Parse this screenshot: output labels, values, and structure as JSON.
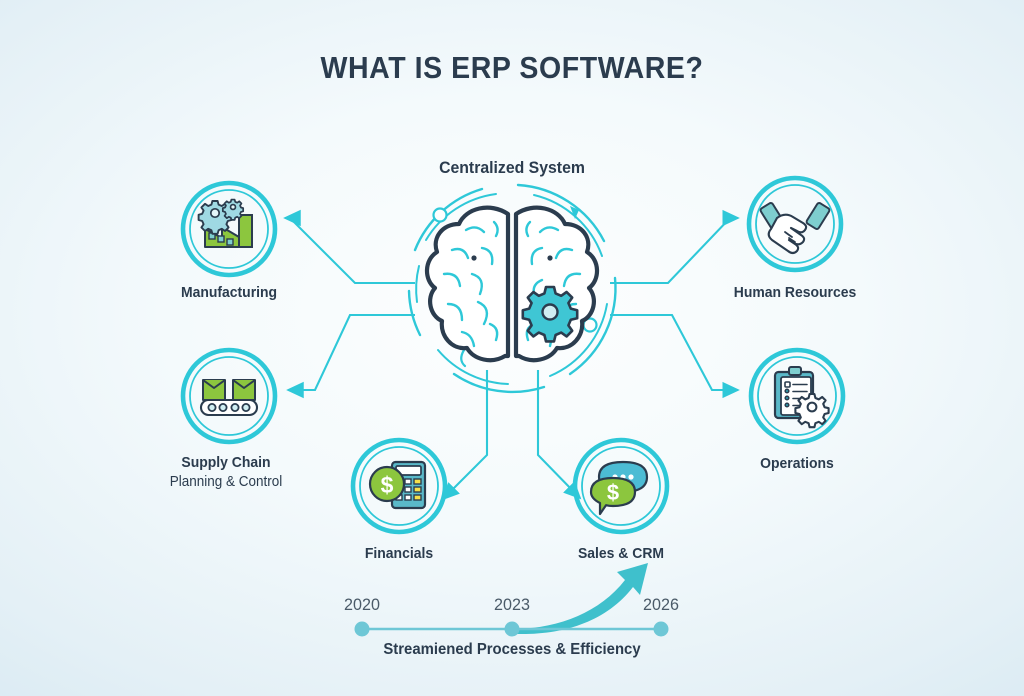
{
  "title": "WHAT IS ERP SOFTWARE?",
  "center": {
    "label": "Centralized System",
    "icon": "brain-gear-icon"
  },
  "colors": {
    "accent_cyan": "#2ec8d8",
    "accent_teal": "#35b7c4",
    "dark_navy": "#2b3c4e",
    "green": "#8cc63e",
    "light_blue": "#7ececf",
    "bg_edge": "#c7e0ec",
    "bg_center": "#fdfefe"
  },
  "nodes": [
    {
      "id": "manufacturing",
      "label": "Manufacturing",
      "sublabel": "",
      "icon": "factory-gears-icon",
      "side": "left"
    },
    {
      "id": "supply-chain",
      "label": "Supply Chain",
      "sublabel": "Planning & Control",
      "icon": "conveyor-belt-icon",
      "side": "left"
    },
    {
      "id": "human-resources",
      "label": "Human Resources",
      "sublabel": "",
      "icon": "handshake-icon",
      "side": "right"
    },
    {
      "id": "operations",
      "label": "Operations",
      "sublabel": "",
      "icon": "clipboard-gear-icon",
      "side": "right"
    },
    {
      "id": "financials",
      "label": "Financials",
      "sublabel": "",
      "icon": "calculator-coin-icon",
      "side": "bottom"
    },
    {
      "id": "sales-crm",
      "label": "Sales & CRM",
      "sublabel": "",
      "icon": "chat-bubbles-dollar-icon",
      "side": "bottom"
    }
  ],
  "timeline": {
    "years": [
      "2020",
      "2023",
      "2026"
    ],
    "caption": "Streamiened Processes & Efficiency",
    "arrow": "growth-arrow-icon"
  }
}
